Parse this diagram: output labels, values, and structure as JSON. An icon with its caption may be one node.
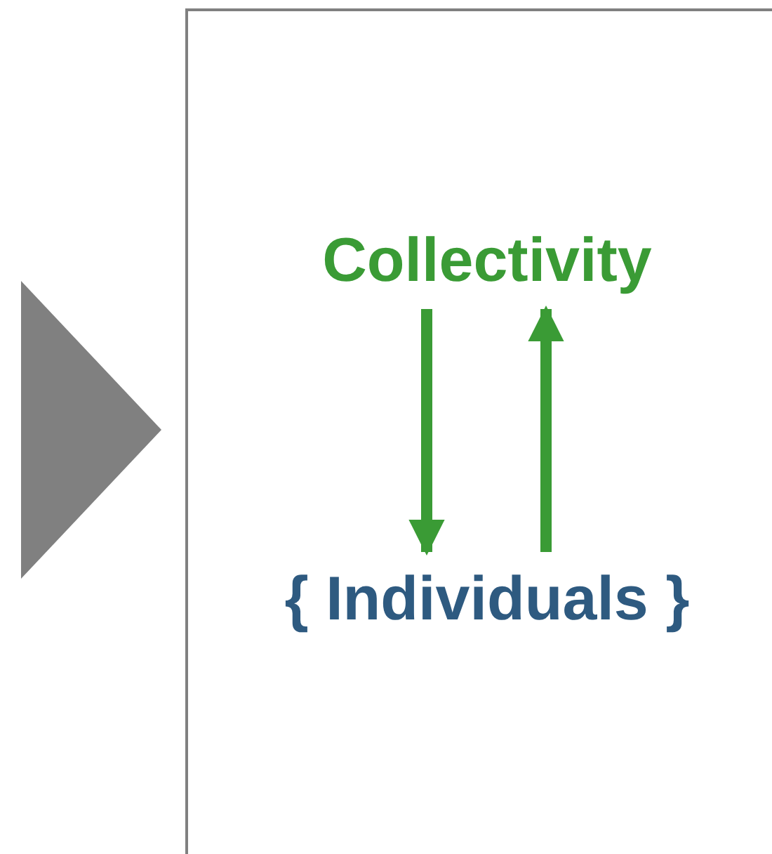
{
  "diagram": {
    "nodes": [
      {
        "text": [],
        "shape": "triangle"
      },
      {
        "text": [],
        "shape": "box"
      },
      {
        "text": [
          "Collectivity"
        ],
        "in": 1
      },
      {
        "text": [
          "{ Individuals }"
        ],
        "in": 1
      }
    ],
    "edges": [
      {
        "from": 2,
        "to": 3,
        "arrow": "to"
      },
      {
        "from": 3,
        "to": 2,
        "arrow": "to"
      }
    ]
  }
}
